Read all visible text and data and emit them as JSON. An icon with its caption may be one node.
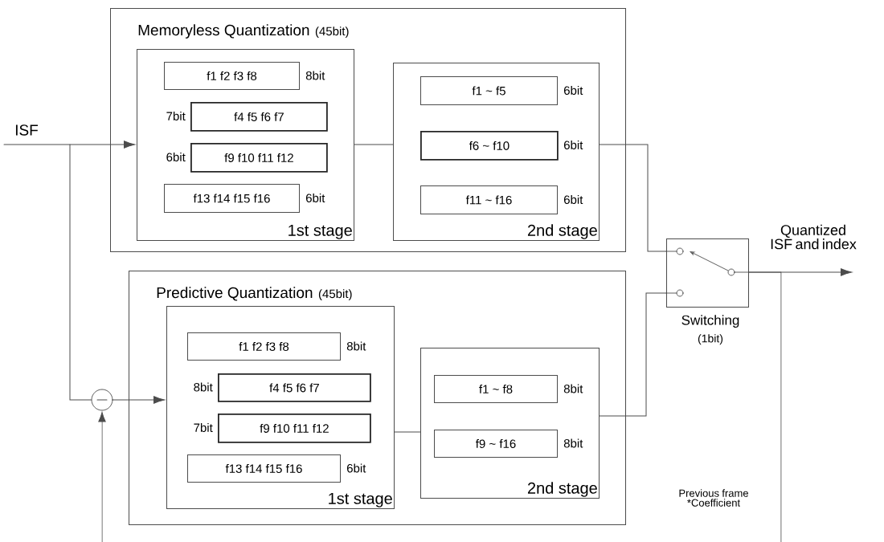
{
  "diagram": {
    "nodes": [
      {
        "text": [
          "Memoryless Quantization",
          "(45bit)"
        ]
      },
      {
        "text": [
          "1st stage"
        ],
        "in": 0
      },
      {
        "text": [
          "f1 f2 f3 f8"
        ],
        "in": 1,
        "beside": [
          "8bit"
        ]
      },
      {
        "text": [
          "f4 f5 f6 f7"
        ],
        "in": 1,
        "beside": [
          "7bit"
        ]
      },
      {
        "text": [
          "f9 f10 f11 f12"
        ],
        "in": 1,
        "beside": [
          "6bit"
        ]
      },
      {
        "text": [
          "f13 f14 f15 f16"
        ],
        "in": 1,
        "beside": [
          "6bit"
        ]
      },
      {
        "text": [
          "2nd stage"
        ],
        "in": 0
      },
      {
        "text": [
          "f1 ~ f5"
        ],
        "in": 6,
        "beside": [
          "6bit"
        ]
      },
      {
        "text": [
          "f6 ~ f10"
        ],
        "in": 6,
        "beside": [
          "6bit"
        ]
      },
      {
        "text": [
          "f11 ~ f16"
        ],
        "in": 6,
        "beside": [
          "6bit"
        ]
      },
      {
        "text": [],
        "shape": "box",
        "beside": [
          "Switching",
          "(1bit)"
        ]
      },
      {
        "text": [
          "Predictive Quantization",
          "(45bit)"
        ]
      },
      {
        "text": [
          "1st stage"
        ],
        "in": 11
      },
      {
        "text": [
          "f1 f2 f3 f8"
        ],
        "in": 12,
        "beside": [
          "8bit"
        ]
      },
      {
        "text": [
          "f4 f5 f6 f7"
        ],
        "in": 12,
        "beside": [
          "8bit"
        ]
      },
      {
        "text": [
          "f9 f10 f11 f12"
        ],
        "in": 12,
        "beside": [
          "7bit"
        ]
      },
      {
        "text": [
          "f13 f14 f15 f16"
        ],
        "in": 12,
        "beside": [
          "6bit"
        ]
      },
      {
        "text": [
          "2nd stage"
        ],
        "in": 11
      },
      {
        "text": [
          "f1 ~ f8"
        ],
        "in": 17,
        "beside": [
          "8bit"
        ]
      },
      {
        "text": [
          "f9 ~ f16"
        ],
        "in": 17,
        "beside": [
          "8bit"
        ]
      },
      {
        "text": [],
        "shape": "circle"
      }
    ],
    "edges": [
      {
        "from": null,
        "to": 1,
        "arrow": "to"
      },
      {
        "from": null,
        "to": 20,
        "arrow": "none"
      },
      {
        "from": 20,
        "to": 12,
        "arrow": "to"
      },
      {
        "from": null,
        "to": 20,
        "arrow": "to"
      },
      {
        "from": 1,
        "to": 6,
        "arrow": "none"
      },
      {
        "from": 6,
        "to": 10,
        "arrow": "none"
      },
      {
        "from": 12,
        "to": 17,
        "arrow": "none"
      },
      {
        "from": 17,
        "to": 10,
        "arrow": "none"
      },
      {
        "from": 10,
        "to": null,
        "arrow": "to"
      },
      {
        "from": 10,
        "to": null,
        "arrow": "none"
      }
    ],
    "labels": [
      "ISF",
      "Quantized ISF and index",
      "Previous frame *Coefficient"
    ]
  }
}
